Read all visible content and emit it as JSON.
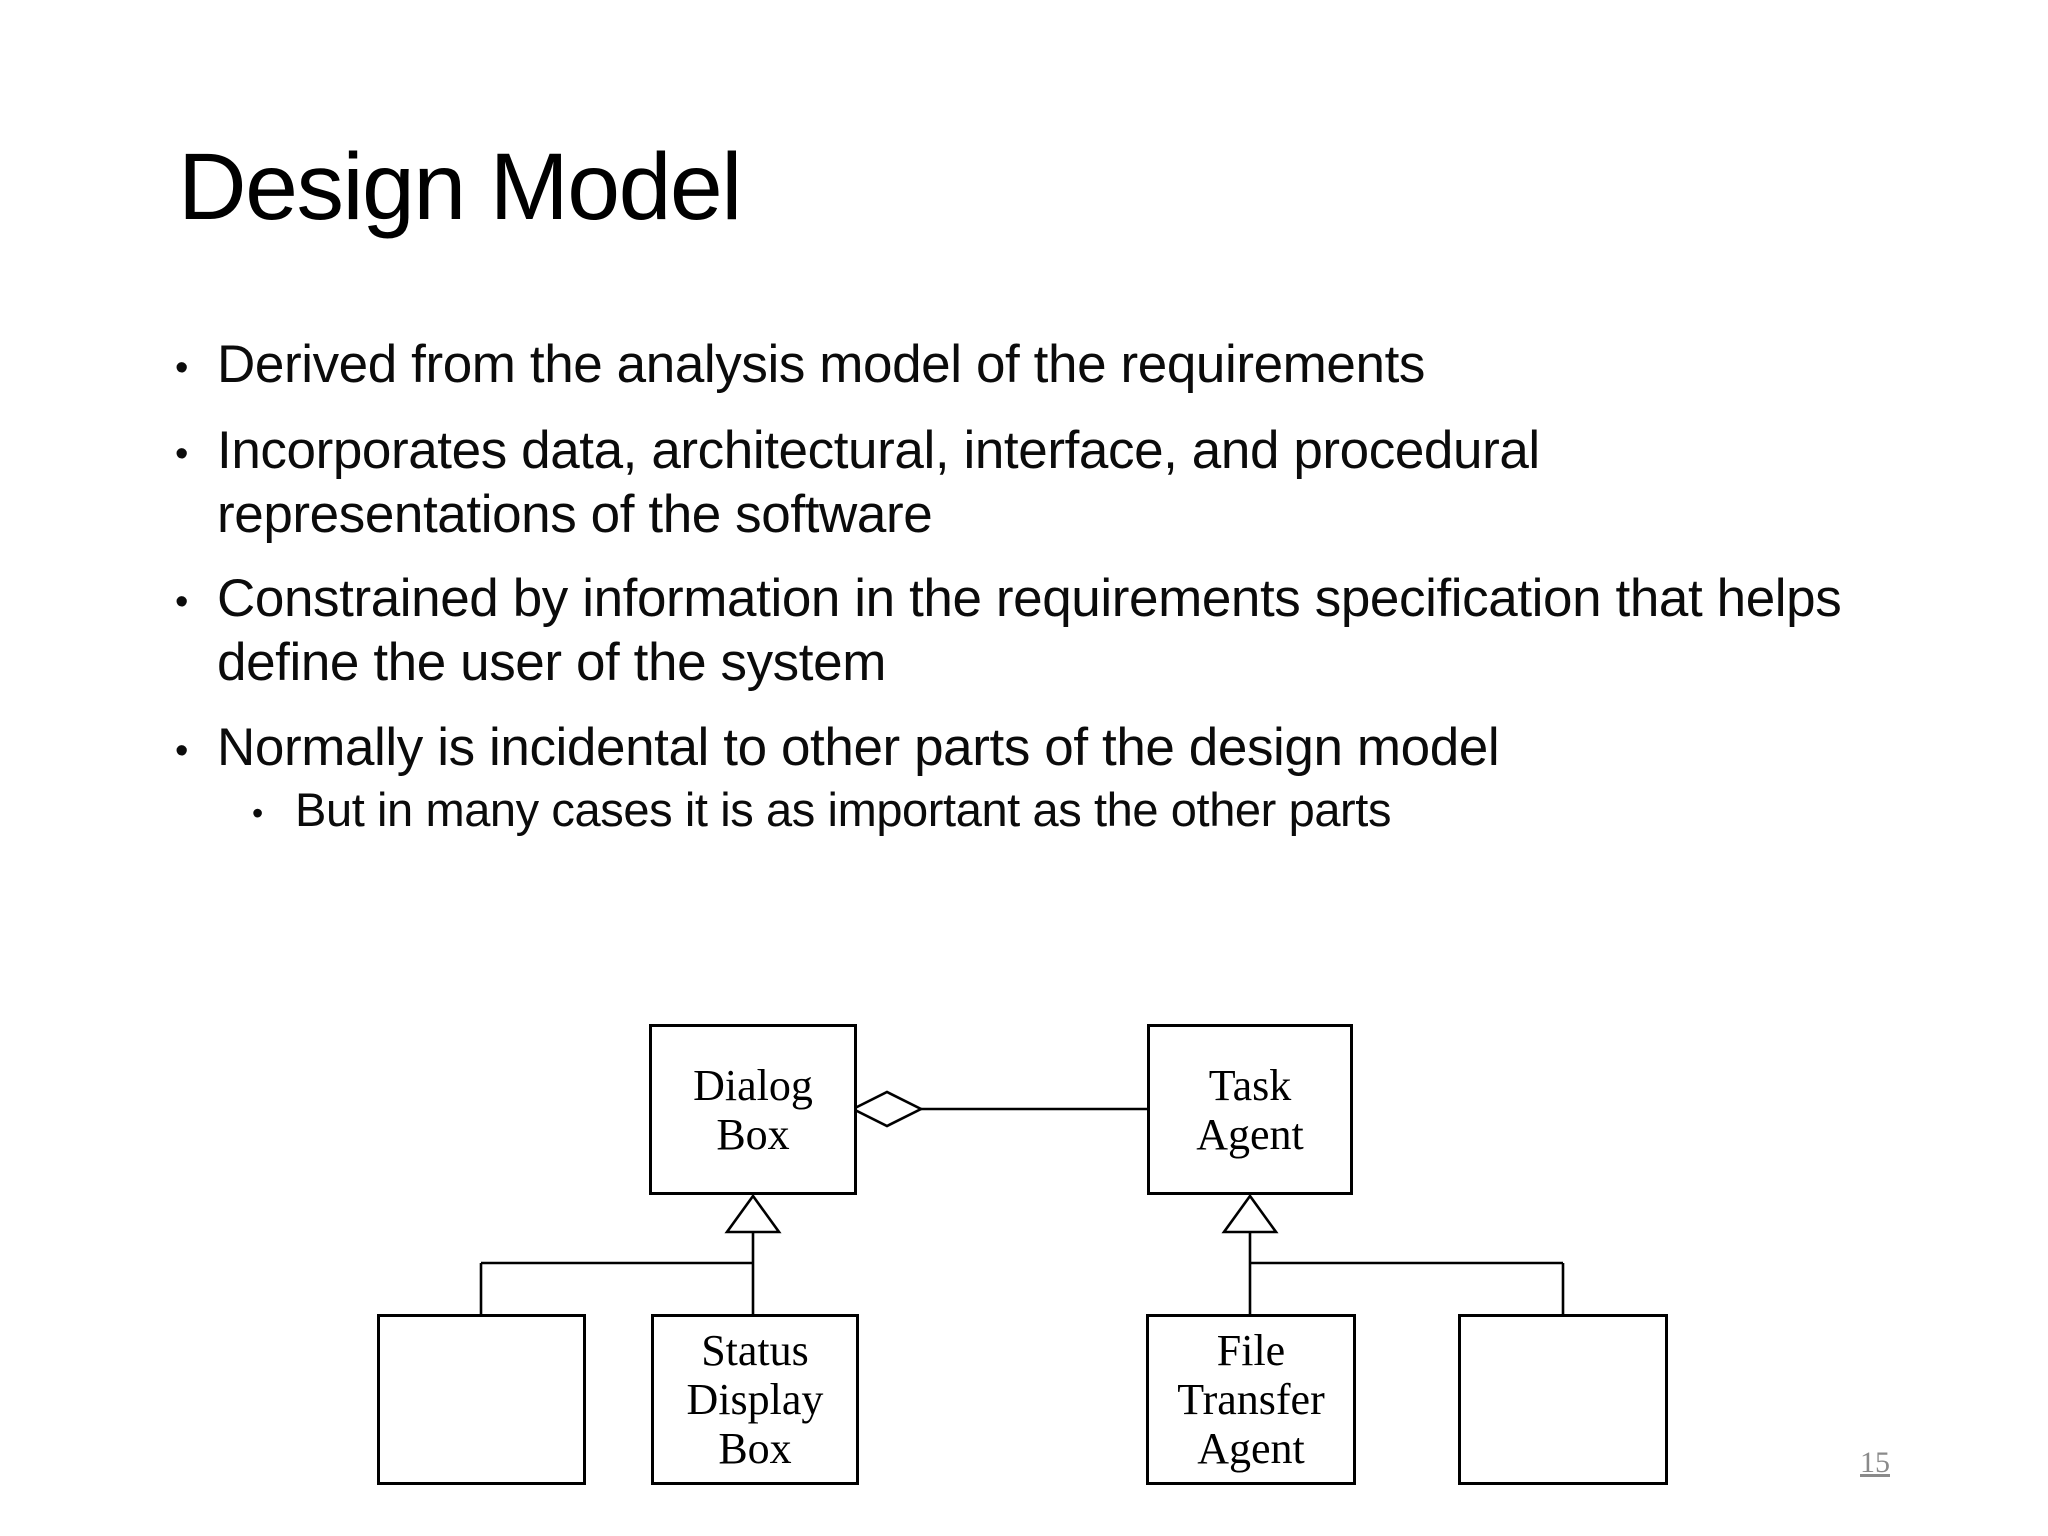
{
  "slide": {
    "title": "Design Model",
    "bullet_glyph": "•",
    "bullets": [
      {
        "level": 1,
        "lines": [
          "Derived from the analysis model of the requirements"
        ]
      },
      {
        "level": 1,
        "lines": [
          "Incorporates data, architectural, interface, and procedural",
          "representations of the software"
        ]
      },
      {
        "level": 1,
        "lines": [
          "Constrained by information in the requirements specification that helps",
          "define the user of the system"
        ]
      },
      {
        "level": 1,
        "lines": [
          "Normally is incidental to other parts of the design model"
        ]
      },
      {
        "level": 2,
        "lines": [
          "But in many cases it is as important as the other parts"
        ]
      }
    ],
    "page_number": "15"
  },
  "diagram": {
    "nodes": [
      {
        "id": "dialog-box",
        "label_lines": [
          "Dialog",
          "Box"
        ]
      },
      {
        "id": "task-agent",
        "label_lines": [
          "Task",
          "Agent"
        ]
      },
      {
        "id": "subclass-left-empty",
        "label_lines": []
      },
      {
        "id": "status-display-box",
        "label_lines": [
          "Status",
          "Display",
          "Box"
        ]
      },
      {
        "id": "file-transfer-agent",
        "label_lines": [
          "File",
          "Transfer",
          "Agent"
        ]
      },
      {
        "id": "subclass-right-empty",
        "label_lines": []
      }
    ],
    "relations": [
      {
        "type": "aggregation",
        "whole": "dialog-box",
        "part": "task-agent"
      },
      {
        "type": "inheritance",
        "parent": "dialog-box",
        "children": [
          "subclass-left-empty",
          "status-display-box"
        ]
      },
      {
        "type": "inheritance",
        "parent": "task-agent",
        "children": [
          "file-transfer-agent",
          "subclass-right-empty"
        ]
      }
    ]
  },
  "colors": {
    "background": "#ffffff",
    "text": "#000000",
    "diagram_stroke": "#000000",
    "page_number": "#8a8a8a"
  }
}
